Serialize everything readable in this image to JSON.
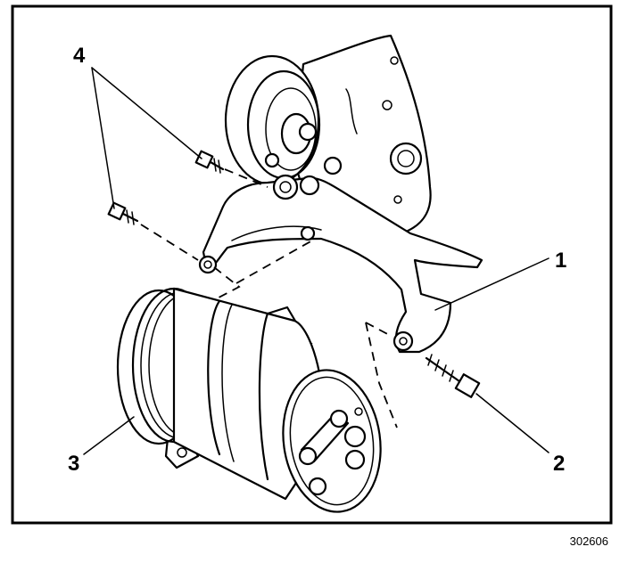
{
  "figure": {
    "callouts": {
      "c1": "1",
      "c2": "2",
      "c3": "3",
      "c4": "4"
    },
    "figure_id": "302606"
  }
}
